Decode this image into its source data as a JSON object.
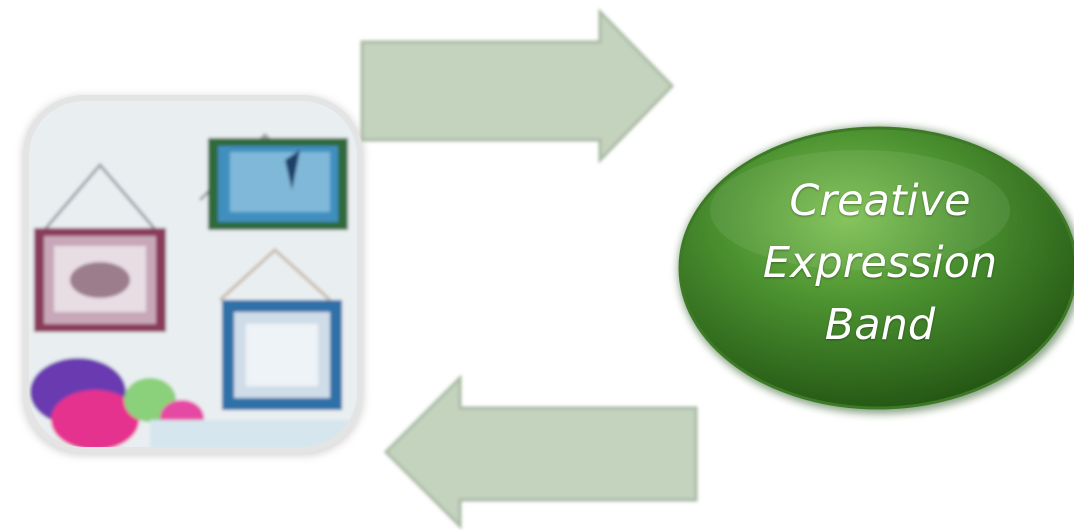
{
  "diagram": {
    "oval_label_lines": [
      "Creative",
      "Expression",
      "Band"
    ]
  },
  "nodes": [
    {
      "id": "photo-tile",
      "kind": "image",
      "depicts": "collage of hanging picture frames, colorful boxes and yarn"
    },
    {
      "id": "green-oval",
      "kind": "ellipse",
      "label_ref": "diagram.oval_label_lines"
    }
  ],
  "edges": [
    {
      "from": "photo-tile",
      "to": "green-oval",
      "style": "block-arrow-right"
    },
    {
      "from": "green-oval",
      "to": "photo-tile",
      "style": "block-arrow-left"
    }
  ],
  "colors": {
    "arrow_fill": "#c3d2bd",
    "arrow_stroke": "#a9baa3",
    "oval_fill_light": "#5fa53c",
    "oval_fill_dark": "#2c6518",
    "tile_border": "#d9d9d9"
  }
}
